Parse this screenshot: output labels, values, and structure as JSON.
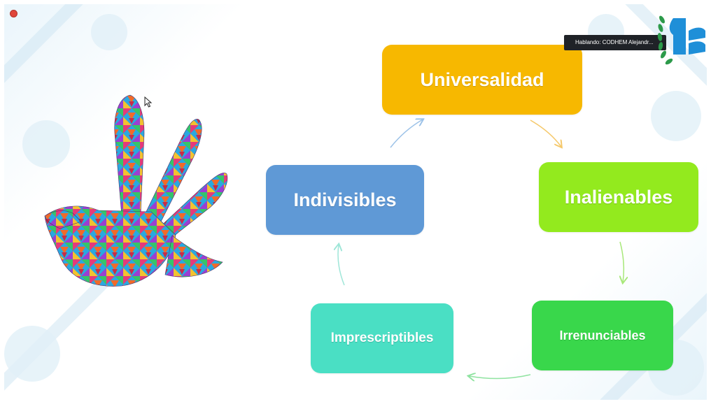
{
  "speaker_indicator": {
    "text": "Hablando: CODHEM Alejandr..."
  },
  "slide": {
    "boxes": {
      "universalidad": "Universalidad",
      "inalienables": "Inalienables",
      "irrenunciables": "Irrenunciables",
      "imprescriptibles": "Imprescriptibles",
      "indivisibles": "Indivisibles"
    },
    "colors": {
      "universalidad": "#f7b800",
      "inalienables": "#93ea1e",
      "irrenunciables": "#39d74b",
      "imprescriptibles": "#4adfc4",
      "indivisibles": "#5f99d6"
    }
  },
  "icons": {
    "recording": "recording-dot-icon",
    "logo": "codhem-logo-icon",
    "illustration": "dove-hand-icon",
    "cursor": "mouse-cursor-icon"
  }
}
